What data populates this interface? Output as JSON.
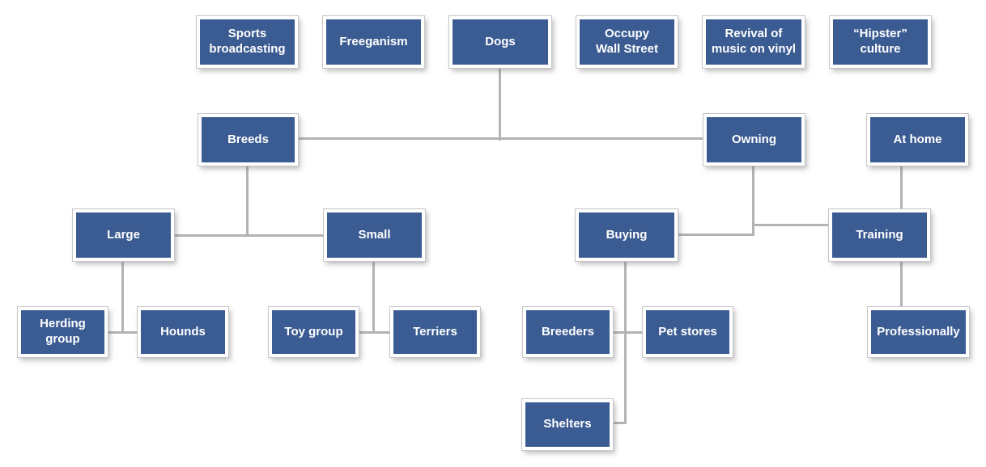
{
  "diagram": {
    "type": "concept-map",
    "colors": {
      "background": "#ffffff",
      "node_fill": "#3b5c92",
      "node_border": "#ffffff",
      "node_text": "#ffffff",
      "connector": "#b3b3b3"
    },
    "nodes": [
      {
        "id": "sports-broadcasting",
        "label": "Sports\nbroadcasting"
      },
      {
        "id": "freeganism",
        "label": "Freeganism"
      },
      {
        "id": "dogs",
        "label": "Dogs"
      },
      {
        "id": "occupy-wall-street",
        "label": "Occupy\nWall Street"
      },
      {
        "id": "revival-of-music-on-vinyl",
        "label": "Revival of\nmusic on vinyl"
      },
      {
        "id": "hipster-culture",
        "label": "“Hipster”\nculture"
      },
      {
        "id": "breeds",
        "label": "Breeds"
      },
      {
        "id": "owning",
        "label": "Owning"
      },
      {
        "id": "at-home",
        "label": "At home"
      },
      {
        "id": "large",
        "label": "Large"
      },
      {
        "id": "small",
        "label": "Small"
      },
      {
        "id": "buying",
        "label": "Buying"
      },
      {
        "id": "training",
        "label": "Training"
      },
      {
        "id": "herding-group",
        "label": "Herding\ngroup"
      },
      {
        "id": "hounds",
        "label": "Hounds"
      },
      {
        "id": "toy-group",
        "label": "Toy group"
      },
      {
        "id": "terriers",
        "label": "Terriers"
      },
      {
        "id": "breeders",
        "label": "Breeders"
      },
      {
        "id": "pet-stores",
        "label": "Pet stores"
      },
      {
        "id": "professionally",
        "label": "Professionally"
      },
      {
        "id": "shelters",
        "label": "Shelters"
      }
    ],
    "edges": [
      {
        "from": "dogs",
        "to": "breeds"
      },
      {
        "from": "dogs",
        "to": "owning"
      },
      {
        "from": "breeds",
        "to": "large"
      },
      {
        "from": "breeds",
        "to": "small"
      },
      {
        "from": "large",
        "to": "herding-group"
      },
      {
        "from": "large",
        "to": "hounds"
      },
      {
        "from": "small",
        "to": "toy-group"
      },
      {
        "from": "small",
        "to": "terriers"
      },
      {
        "from": "owning",
        "to": "buying"
      },
      {
        "from": "owning",
        "to": "training"
      },
      {
        "from": "at-home",
        "to": "training"
      },
      {
        "from": "training",
        "to": "professionally"
      },
      {
        "from": "buying",
        "to": "breeders"
      },
      {
        "from": "buying",
        "to": "pet-stores"
      },
      {
        "from": "buying",
        "to": "shelters"
      }
    ]
  }
}
